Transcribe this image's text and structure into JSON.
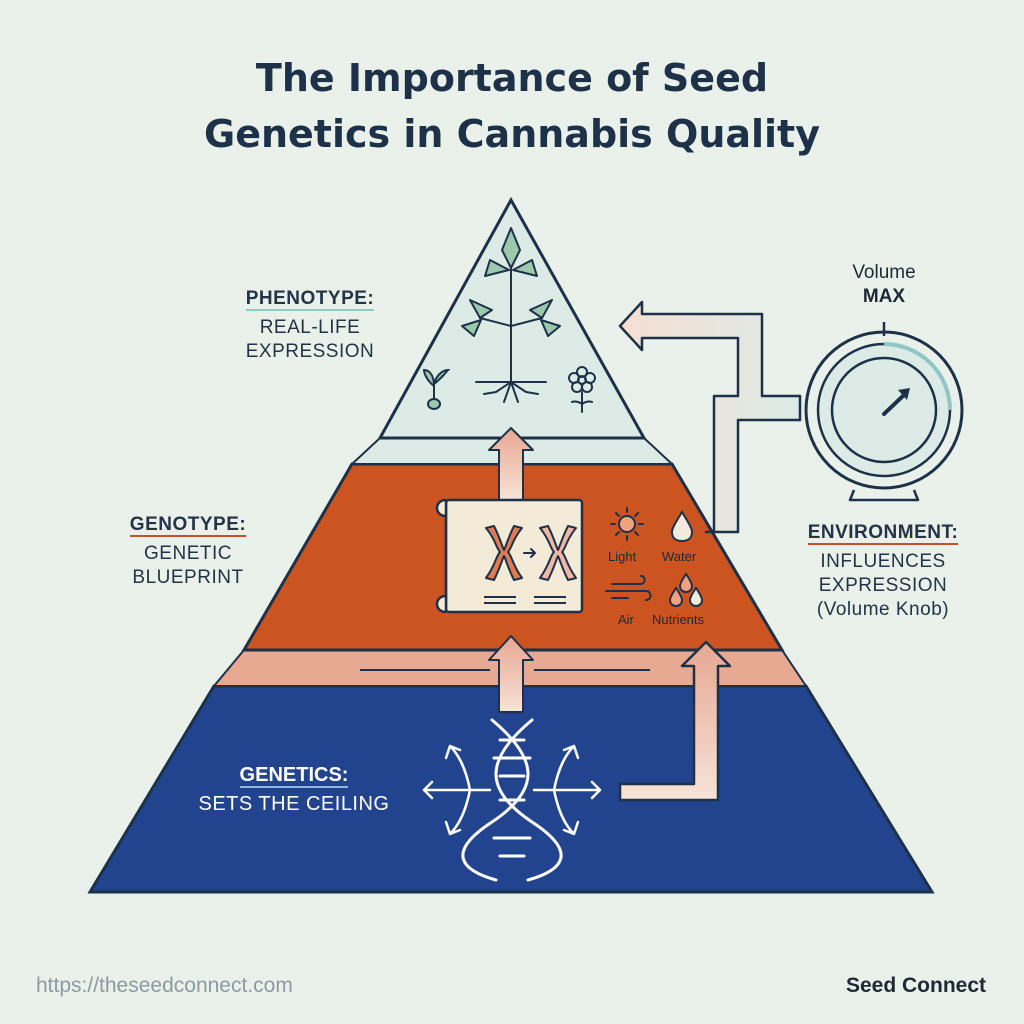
{
  "title_line1": "The Importance of Seed",
  "title_line2": "Genetics in Cannabis Quality",
  "phenotype": {
    "heading": "PHENOTYPE:",
    "line1": "REAL-LIFE",
    "line2": "EXPRESSION"
  },
  "genotype": {
    "heading": "GENOTYPE:",
    "line1": "GENETIC",
    "line2": "BLUEPRINT"
  },
  "genetics": {
    "heading": "GENETICS:",
    "line1": "SETS THE CEILING"
  },
  "environment": {
    "heading": "ENVIRONMENT:",
    "line1": "INFLUENCES",
    "line2": "EXPRESSION",
    "line3": "(Volume Knob)",
    "factors": [
      "Light",
      "Water",
      "Air",
      "Nutrients"
    ]
  },
  "knob": {
    "label": "Volume",
    "value": "MAX"
  },
  "footer": {
    "url": "https://theseedconnect.com",
    "brand": "Seed Connect"
  },
  "colors": {
    "navy": "#1d3148",
    "phenotype_fill": "#dcebe6",
    "genotype_fill": "#cc5420",
    "genetics_fill": "#22448f",
    "band": "#e8a993",
    "background": "#e9f1ea"
  }
}
